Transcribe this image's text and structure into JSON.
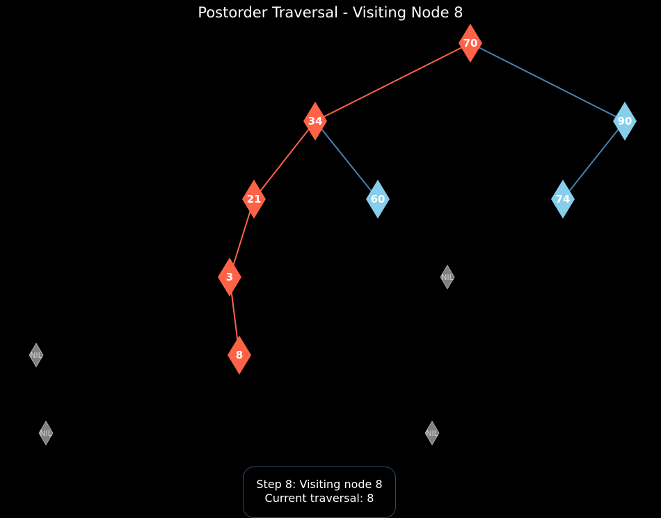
{
  "title": "Postorder Traversal - Visiting Node 8",
  "colors": {
    "background": "#000000",
    "visited": "#ff6347",
    "unvisited": "#87ceeb",
    "nil": "#808080",
    "edge_visited": "#ff6347",
    "edge_unvisited": "#4682b4"
  },
  "nodes": [
    {
      "id": "n70",
      "label": "70",
      "state": "visited"
    },
    {
      "id": "n34",
      "label": "34",
      "state": "visited"
    },
    {
      "id": "n90",
      "label": "90",
      "state": "unvisited"
    },
    {
      "id": "n21",
      "label": "21",
      "state": "visited"
    },
    {
      "id": "n60",
      "label": "60",
      "state": "unvisited"
    },
    {
      "id": "n74",
      "label": "74",
      "state": "unvisited"
    },
    {
      "id": "n3",
      "label": "3",
      "state": "visited"
    },
    {
      "id": "n8",
      "label": "8",
      "state": "visited"
    },
    {
      "id": "nil1",
      "label": "NIL",
      "state": "nil"
    },
    {
      "id": "nil2",
      "label": "NIL",
      "state": "nil"
    },
    {
      "id": "nil3",
      "label": "NIL",
      "state": "nil"
    },
    {
      "id": "nil4",
      "label": "NIL",
      "state": "nil"
    }
  ],
  "edges": [
    {
      "from": "n70",
      "to": "n34",
      "state": "visited"
    },
    {
      "from": "n70",
      "to": "n90",
      "state": "unvisited"
    },
    {
      "from": "n34",
      "to": "n21",
      "state": "visited"
    },
    {
      "from": "n34",
      "to": "n60",
      "state": "unvisited"
    },
    {
      "from": "n90",
      "to": "n74",
      "state": "unvisited"
    },
    {
      "from": "n21",
      "to": "n3",
      "state": "visited"
    },
    {
      "from": "n3",
      "to": "n8",
      "state": "visited"
    }
  ],
  "status": {
    "line1": "Step 8: Visiting node 8",
    "line2": "Current traversal: 8"
  }
}
